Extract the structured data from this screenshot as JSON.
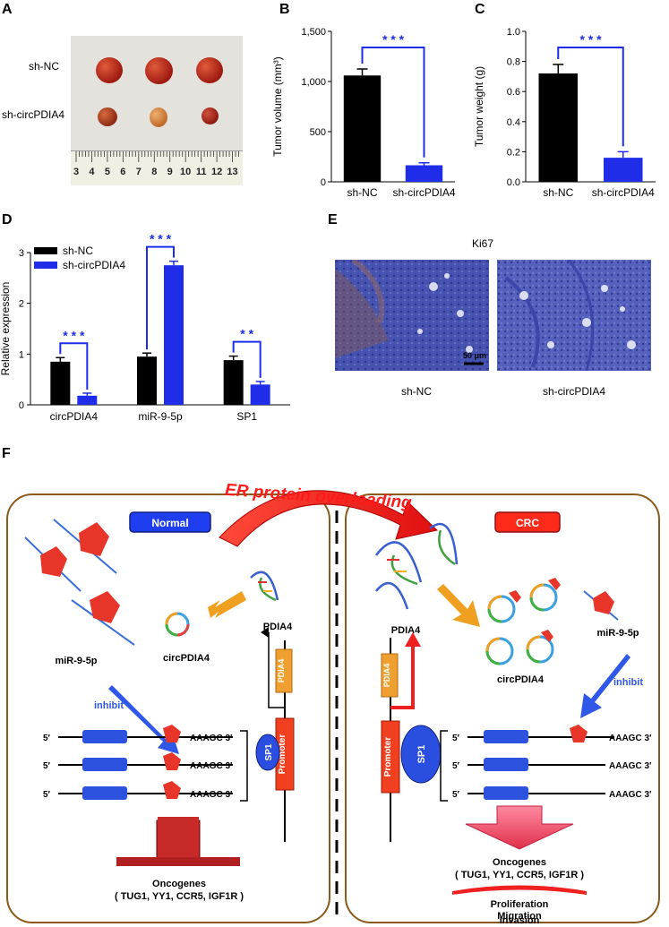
{
  "panel_labels": {
    "a": "A",
    "b": "B",
    "c": "C",
    "d": "D",
    "e": "E",
    "f": "F"
  },
  "panel_a": {
    "row_top": "sh-NC",
    "row_bottom": "sh-circPDIA4",
    "ruler_ticks": [
      "3",
      "4",
      "5",
      "6",
      "7",
      "8",
      "9",
      "10",
      "11",
      "12",
      "13"
    ]
  },
  "chart_data": [
    {
      "type": "bar",
      "panel": "B",
      "categories": [
        "sh-NC",
        "sh-circPDIA4"
      ],
      "values": [
        1060,
        165
      ],
      "errors": [
        65,
        25
      ],
      "ylabel": "Tumor volume (mm³)",
      "ylim": [
        0,
        1500
      ],
      "yticks": [
        "0",
        "500",
        "1,000",
        "1,500"
      ],
      "significance": "* * *",
      "colors": [
        "#000000",
        "#1f2de8"
      ]
    },
    {
      "type": "bar",
      "panel": "C",
      "categories": [
        "sh-NC",
        "sh-circPDIA4"
      ],
      "values": [
        0.72,
        0.16
      ],
      "errors": [
        0.06,
        0.04
      ],
      "ylabel": "Tumor weight (g)",
      "ylim": [
        0,
        1.0
      ],
      "yticks": [
        "0.0",
        "0.2",
        "0.4",
        "0.6",
        "0.8",
        "1.0"
      ],
      "significance": "* * *",
      "colors": [
        "#000000",
        "#1f2de8"
      ]
    },
    {
      "type": "bar",
      "panel": "D",
      "categories": [
        "circPDIA4",
        "miR-9-5p",
        "SP1"
      ],
      "series": [
        {
          "name": "sh-NC",
          "values": [
            0.85,
            0.95,
            0.88
          ],
          "errors": [
            0.08,
            0.07,
            0.08
          ],
          "color": "#000000"
        },
        {
          "name": "sh-circPDIA4",
          "values": [
            0.18,
            2.75,
            0.4
          ],
          "errors": [
            0.05,
            0.08,
            0.06
          ],
          "color": "#1f2de8"
        }
      ],
      "ylabel": "Relative expression",
      "ylim": [
        0,
        3
      ],
      "yticks": [
        "0",
        "1",
        "2",
        "3"
      ],
      "significance": [
        "* * *",
        "* * *",
        "*  *"
      ],
      "legend": "top-left"
    }
  ],
  "panel_e": {
    "title": "Ki67",
    "left_label": "sh-NC",
    "right_label": "sh-circPDIA4",
    "scale_bar": "50 μm"
  },
  "panel_f": {
    "banner": "ER protein overloading",
    "normal": {
      "badge": "Normal",
      "mirna": "miR-9-5p",
      "circ": "circPDIA4",
      "pdia4": "PDIA4",
      "gene_box": "PDIA4",
      "promoter": "Promoter",
      "sp1": "SP1",
      "inhibit": "inhibit",
      "five": "5′",
      "three": "AAAGC 3′",
      "oncogenes": "Oncogenes",
      "oncogene_list": "( TUG1, YY1, CCR5, IGF1R )"
    },
    "crc": {
      "badge": "CRC",
      "mirna": "miR-9-5p",
      "circ": "circPDIA4",
      "pdia4": "PDIA4",
      "gene_box": "PDIA4",
      "promoter": "Promoter",
      "sp1": "SP1",
      "inhibit": "inhibit",
      "five": "5′",
      "three": "AAAGC 3′",
      "oncogenes": "Oncogenes",
      "oncogene_list": "( TUG1, YY1, CCR5, IGF1R )",
      "outcomes": [
        "Proliferation",
        "Migration",
        "Invasion"
      ]
    }
  }
}
